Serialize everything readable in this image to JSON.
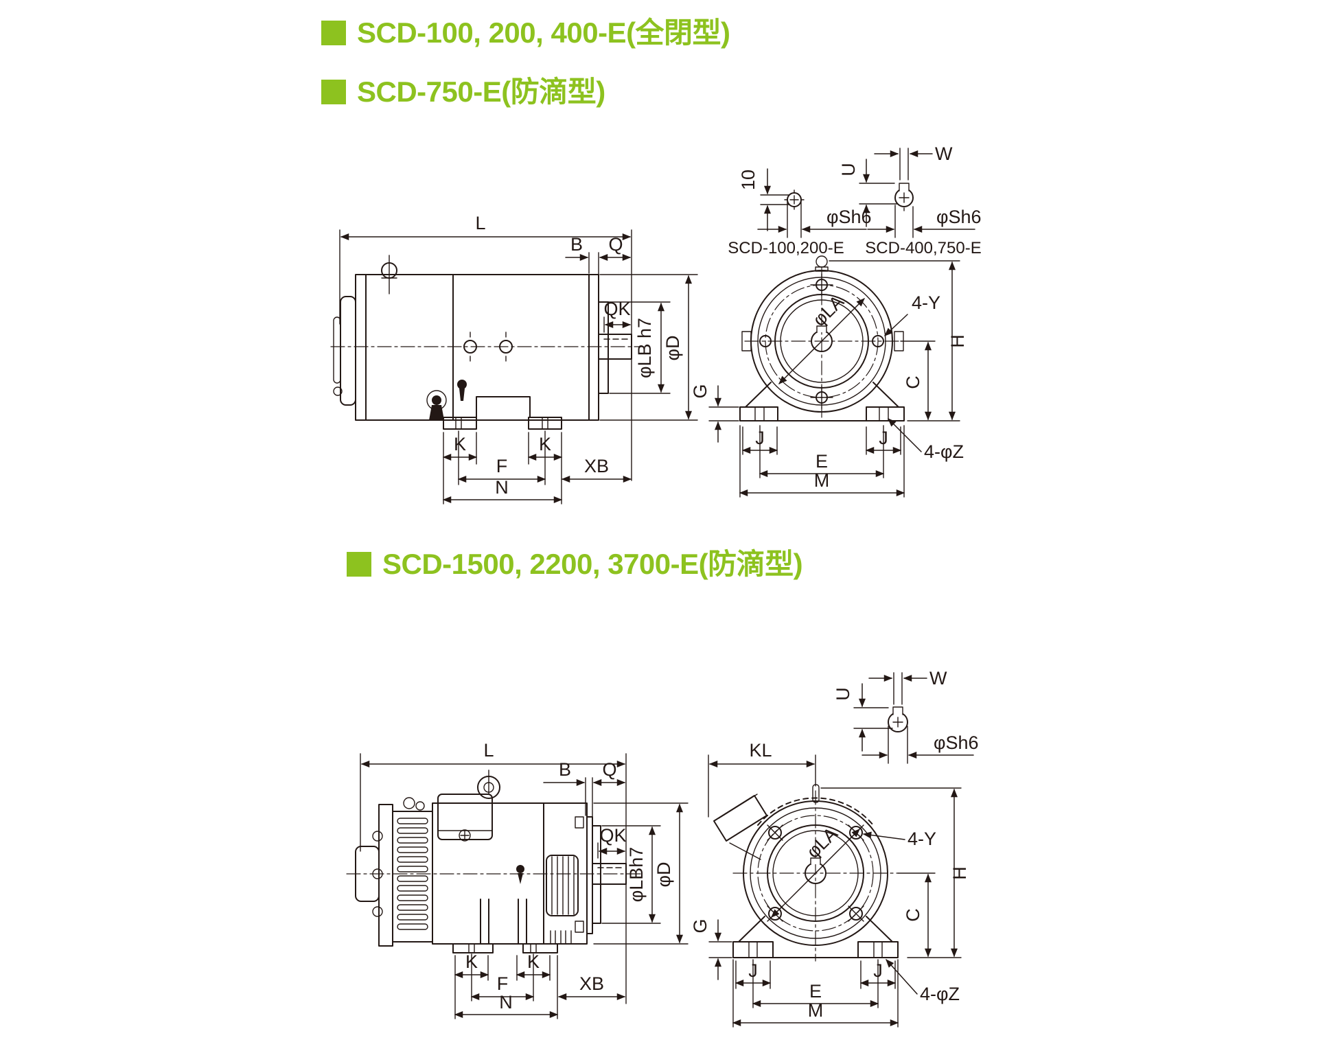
{
  "colors": {
    "accent": "#8dc21f",
    "line": "#231815",
    "background": "#ffffff"
  },
  "headings": {
    "h1": "SCD-100, 200, 400-E(全閉型)",
    "h2": "SCD-750-E(防滴型)",
    "h3": "SCD-1500, 2200, 3700-E(防滴型)"
  },
  "figure1": {
    "shaft_detail_left_caption": "SCD-100,200-E",
    "shaft_detail_right_caption": "SCD-400,750-E",
    "shaft_flat_dim": "10"
  },
  "dims": {
    "L": "L",
    "B": "B",
    "Q": "Q",
    "QK": "QK",
    "LB_h7": "φLB h7",
    "LBh7": "φLBh7",
    "D": "φD",
    "K": "K",
    "F": "F",
    "N": "N",
    "XB": "XB",
    "KL": "KL",
    "U": "U",
    "W": "W",
    "S_h6": "φSh6",
    "LA": "φLA",
    "H": "H",
    "C": "C",
    "G": "G",
    "J": "J",
    "E": "E",
    "M": "M",
    "four_Y": "4-Y",
    "four_Z": "4-φZ"
  }
}
